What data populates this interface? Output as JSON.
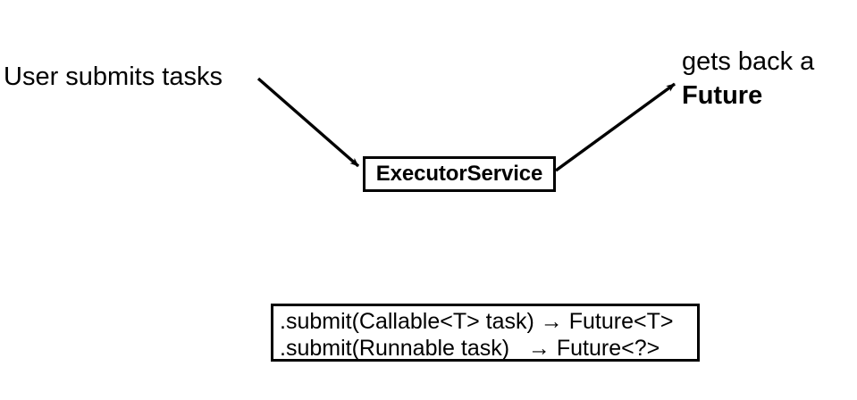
{
  "diagram": {
    "title_text_left": "User submits tasks",
    "right_label": {
      "line1": "gets back a",
      "line2": "Future"
    },
    "node": {
      "label": "ExecutorService"
    },
    "signature_box": {
      "line1": ".submit(Callable<T> task) → Future<T>",
      "line2": ".submit(Runnable task)   → Future<?>"
    },
    "arrows": {
      "submit_arrow_name": "arrow-user-to-executor",
      "return_arrow_name": "arrow-executor-to-future"
    },
    "colors": {
      "stroke": "#000000",
      "background": "#ffffff"
    }
  }
}
